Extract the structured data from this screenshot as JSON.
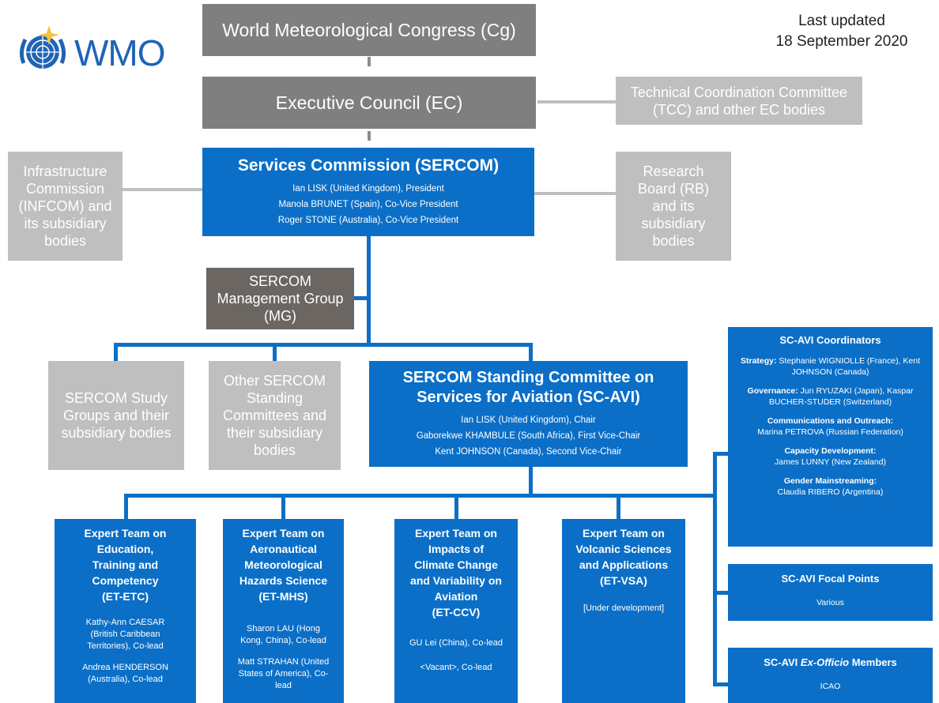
{
  "logo": {
    "text": "WMO",
    "icon": "un-emblem-icon"
  },
  "last_updated": {
    "line1": "Last updated",
    "line2": "18 September 2020"
  },
  "boxes": {
    "congress": "World Meteorological Congress (Cg)",
    "ec": "Executive Council (EC)",
    "tcc": [
      "Technical Coordination Committee",
      "(TCC) and other EC bodies"
    ],
    "infcom": [
      "Infrastructure",
      "Commission",
      "(INFCOM) and",
      "its subsidiary",
      "bodies"
    ],
    "rb": [
      "Research",
      "Board (RB)",
      "and its",
      "subsidiary",
      "bodies"
    ],
    "sercom": {
      "title": "Services Commission (SERCOM)",
      "members": [
        "Ian LISK (United Kingdom), President",
        "Manola BRUNET (Spain), Co-Vice President",
        "Roger STONE (Australia), Co-Vice President"
      ]
    },
    "mg": [
      "SERCOM",
      "Management Group",
      "(MG)"
    ],
    "study_groups": [
      "SERCOM Study",
      "Groups and their",
      "subsidiary bodies"
    ],
    "other_sc": [
      "Other SERCOM",
      "Standing",
      "Committees and",
      "their subsidiary",
      "bodies"
    ],
    "scavi": {
      "title": [
        "SERCOM Standing Committee on",
        "Services for Aviation (SC-AVI)"
      ],
      "members": [
        "Ian LISK (United Kingdom), Chair",
        "Gaborekwe KHAMBULE (South Africa), First Vice-Chair",
        "Kent JOHNSON (Canada), Second Vice-Chair"
      ]
    }
  },
  "expert_teams": [
    {
      "title": [
        "Expert Team on",
        "Education,",
        "Training and",
        "Competency",
        "(ET-ETC)"
      ],
      "people": [
        [
          "Kathy-Ann CAESAR",
          "(British Caribbean",
          "Territories), Co-lead"
        ],
        [
          "Andrea HENDERSON",
          "(Australia), Co-lead"
        ]
      ]
    },
    {
      "title": [
        "Expert Team on",
        "Aeronautical",
        "Meteorological",
        "Hazards Science",
        "(ET-MHS)"
      ],
      "people": [
        [
          "Sharon LAU (Hong",
          "Kong, China), Co-lead"
        ],
        [
          "Matt STRAHAN (United",
          "States of America), Co-",
          "lead"
        ]
      ]
    },
    {
      "title": [
        "Expert Team on",
        "Impacts of",
        "Climate Change",
        "and Variability on",
        "Aviation",
        "(ET-CCV)"
      ],
      "people": [
        [
          "GU Lei (China), Co-lead"
        ],
        [
          "<Vacant>, Co-lead"
        ]
      ]
    },
    {
      "title": [
        "Expert Team on",
        "Volcanic Sciences",
        "and Applications",
        "(ET-VSA)"
      ],
      "people": [
        [
          "[Under development]"
        ]
      ]
    }
  ],
  "coordinators": {
    "title": "SC-AVI Coordinators",
    "items": [
      {
        "label": "Strategy:",
        "text": " Stephanie WIGNIOLLE (France), Kent JOHNSON (Canada)"
      },
      {
        "label": "Governance:",
        "text": " Jun RYUZAKI (Japan), Kaspar BUCHER-STUDER (Switzerland)"
      },
      {
        "label": "Communications and Outreach:",
        "text": "Marina PETROVA (Russian Federation)"
      },
      {
        "label": "Capacity Development:",
        "text": "James LUNNY (New Zealand)"
      },
      {
        "label": "Gender Mainstreaming:",
        "text": "Claudia RIBERO (Argentina)"
      }
    ]
  },
  "focal_points": {
    "title": "SC-AVI Focal Points",
    "text": "Various"
  },
  "ex_officio": {
    "title_pre": "SC-AVI ",
    "title_em": "Ex-Officio",
    "title_post": " Members",
    "text": "ICAO"
  },
  "colors": {
    "blue": "#0b6fc7",
    "dark_grey": "#7f7f7f",
    "light_grey": "#bfbfbf",
    "mg_grey": "#6b6661"
  }
}
